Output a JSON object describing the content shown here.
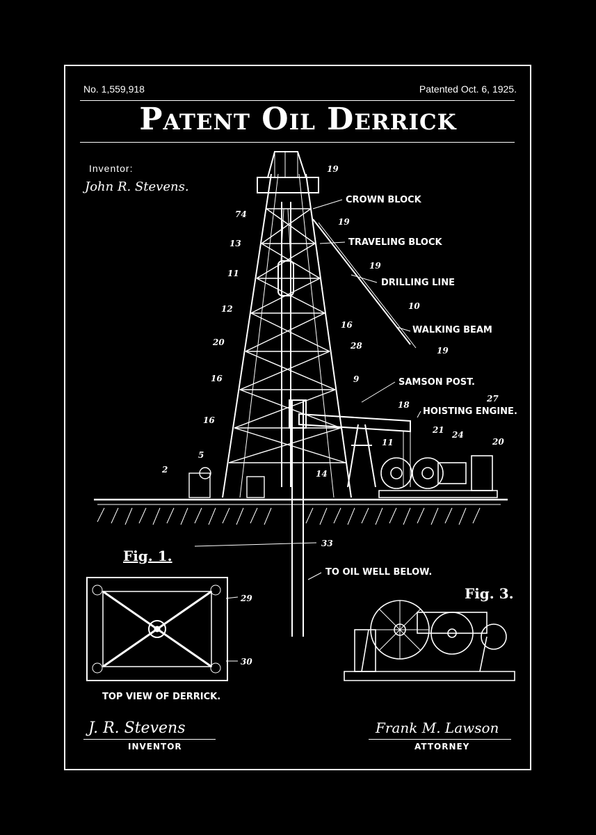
{
  "header": {
    "patent_number": "No. 1,559,918",
    "patent_date": "Patented Oct. 6, 1925.",
    "title": "Patent Oil Derrick"
  },
  "inventor_block": {
    "label": "Inventor:",
    "name_script": "John R. Stevens."
  },
  "callouts": {
    "crown_block": "CROWN BLOCK",
    "traveling_block": "TRAVELING BLOCK",
    "drilling_line": "DRILLING LINE",
    "walking_beam": "WALKING BEAM",
    "samson_post": "SAMSON POST.",
    "hoisting_engine": "HOISTING ENGINE.",
    "oil_well": "TO OIL WELL BELOW.",
    "top_view": "TOP VIEW OF DERRICK."
  },
  "reference_numbers": {
    "n19a": "19",
    "n74": "74",
    "n19b": "19",
    "n13a": "13",
    "n19c": "19",
    "n11a": "11",
    "n10": "10",
    "n12": "12",
    "n16a": "16",
    "n28": "28",
    "n20a": "20",
    "n19d": "19",
    "n9": "9",
    "n16b": "16",
    "n18": "18",
    "n27": "27",
    "n16c": "16",
    "n21": "21",
    "n24": "24",
    "n11b": "11",
    "n20b": "20",
    "n5": "5",
    "n2": "2",
    "n14": "14",
    "n33": "33",
    "n29": "29",
    "n30": "30"
  },
  "figures": {
    "fig1": "Fig. 1.",
    "fig3": "Fig. 3."
  },
  "signatures": {
    "inventor_sig": "J. R. Stevens",
    "inventor_role": "INVENTOR",
    "attorney_sig": "Frank M. Lawson",
    "attorney_role": "ATTORNEY"
  }
}
